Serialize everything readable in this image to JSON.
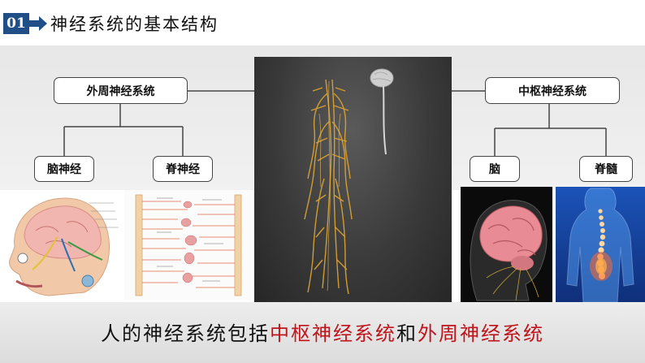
{
  "header": {
    "section_number": "01",
    "title": "神经系统的基本结构"
  },
  "diagram": {
    "peripheral": {
      "label": "外周神经系统",
      "children": [
        "脑神经",
        "脊神经"
      ]
    },
    "central": {
      "label": "中枢神经系统",
      "children": [
        "脑",
        "脊髓"
      ]
    }
  },
  "caption": {
    "prefix": "人的神经系统包括",
    "central": "中枢神经系统",
    "joiner": "和",
    "peripheral": "外周神经系统"
  },
  "colors": {
    "badge": "#1f4f86",
    "highlight": "#c0141b",
    "nerve": "#d9a233"
  }
}
